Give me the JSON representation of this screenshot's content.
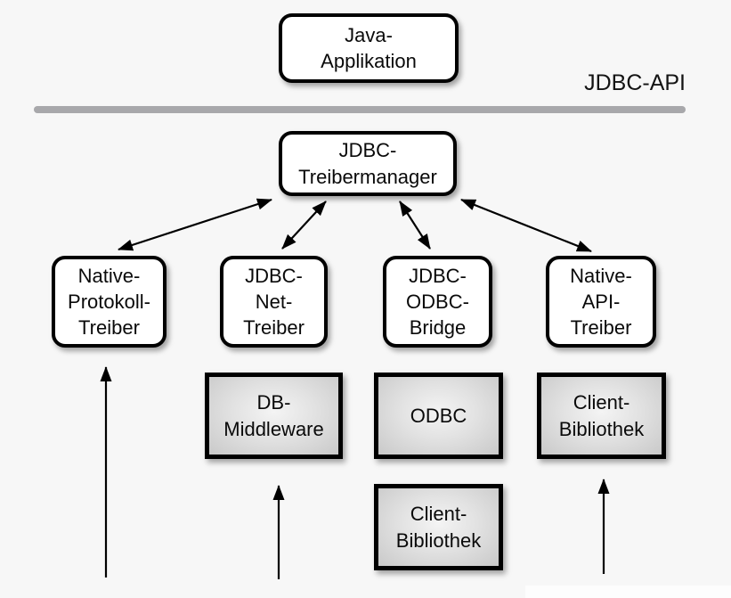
{
  "api_label": "JDBC-API",
  "nodes": {
    "java_application": "Java-\nApplikation",
    "driver_manager": "JDBC-\nTreibermanager",
    "native_protokoll_treiber": "Native-\nProtokoll-\nTreiber",
    "jdbc_net_treiber": "JDBC-\nNet-\nTreiber",
    "jdbc_odbc_bridge": "JDBC-\nODBC-\nBridge",
    "native_api_treiber": "Native-\nAPI-\nTreiber",
    "db_middleware": "DB-\nMiddleware",
    "odbc": "ODBC",
    "client_bibliothek_odbc": "Client-\nBibliothek",
    "client_bibliothek_native": "Client-\nBibliothek"
  },
  "colors": {
    "background": "#f7f7f7",
    "node_fill": "#ffffff",
    "node_border": "#000000",
    "gray_node_fill": "#d9d9d9",
    "divider": "#a8a8ab",
    "arrow": "#000000"
  }
}
